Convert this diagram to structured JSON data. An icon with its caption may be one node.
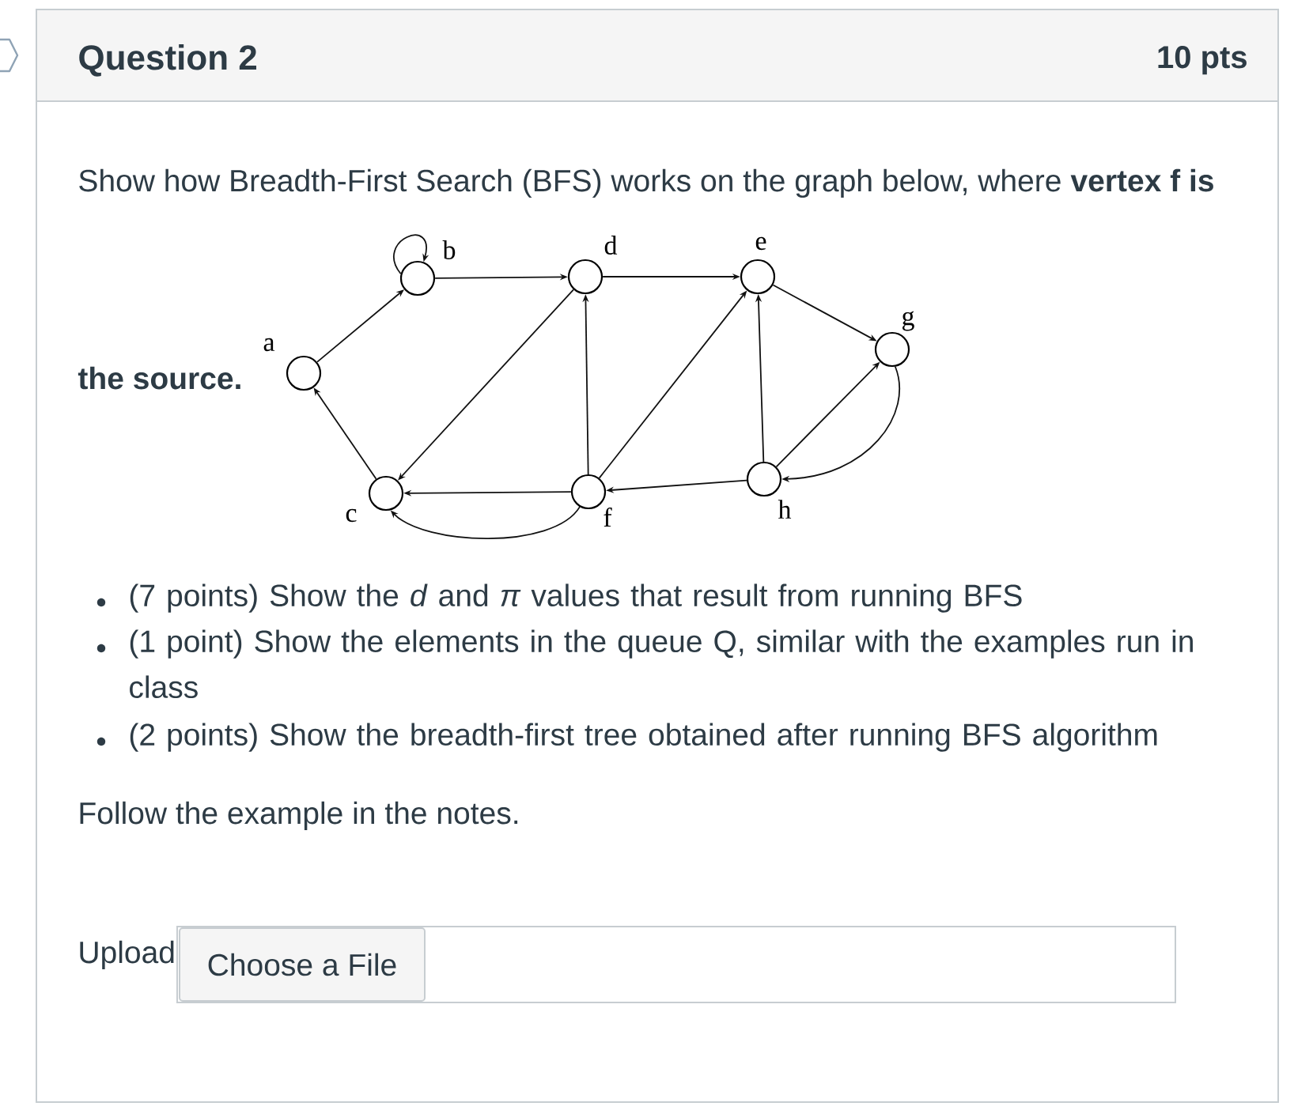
{
  "diagram": {
    "title": "Question 2",
    "nodes": [
      {
        "text": [],
        "shape": "circle",
        "beside": [
          "a"
        ]
      },
      {
        "text": [],
        "shape": "circle",
        "beside": [
          "b"
        ]
      },
      {
        "text": [],
        "shape": "circle",
        "beside": [
          "c"
        ]
      },
      {
        "text": [],
        "shape": "circle",
        "beside": [
          "d"
        ]
      },
      {
        "text": [],
        "shape": "circle",
        "beside": [
          "e"
        ]
      },
      {
        "text": [],
        "shape": "circle",
        "beside": [
          "f"
        ]
      },
      {
        "text": [],
        "shape": "circle",
        "beside": [
          "g"
        ]
      },
      {
        "text": [],
        "shape": "circle",
        "beside": [
          "h"
        ]
      }
    ],
    "edges": [
      {
        "from": 0,
        "to": 1,
        "arrow": "to"
      },
      {
        "from": 1,
        "to": 1,
        "arrow": "to"
      },
      {
        "from": 1,
        "to": 3,
        "arrow": "to"
      },
      {
        "from": 3,
        "to": 2,
        "arrow": "to"
      },
      {
        "from": 2,
        "to": 0,
        "arrow": "to"
      },
      {
        "from": 5,
        "to": 2,
        "arrow": "to"
      },
      {
        "from": 5,
        "to": 2,
        "arrow": "to"
      },
      {
        "from": 5,
        "to": 3,
        "arrow": "to"
      },
      {
        "from": 5,
        "to": 4,
        "arrow": "to"
      },
      {
        "from": 3,
        "to": 4,
        "arrow": "to"
      },
      {
        "from": 4,
        "to": 6,
        "arrow": "to"
      },
      {
        "from": 7,
        "to": 4,
        "arrow": "to"
      },
      {
        "from": 7,
        "to": 6,
        "arrow": "to"
      },
      {
        "from": 6,
        "to": 7,
        "arrow": "to"
      },
      {
        "from": 7,
        "to": 5,
        "arrow": "to"
      }
    ],
    "labels": [
      "10 pts",
      "Show how Breadth-First Search (BFS) works on the graph below, where **vertex f is**",
      "the source.",
      "(7 points) Show the *d* and *π* values that result from running BFS",
      "(1 point) Show the elements in the queue Q, similar with the examples run in class",
      "(2 points) Show the breadth-first tree obtained after running BFS algorithm",
      "Follow the example in the notes.",
      "Upload",
      "Choose a File"
    ]
  }
}
